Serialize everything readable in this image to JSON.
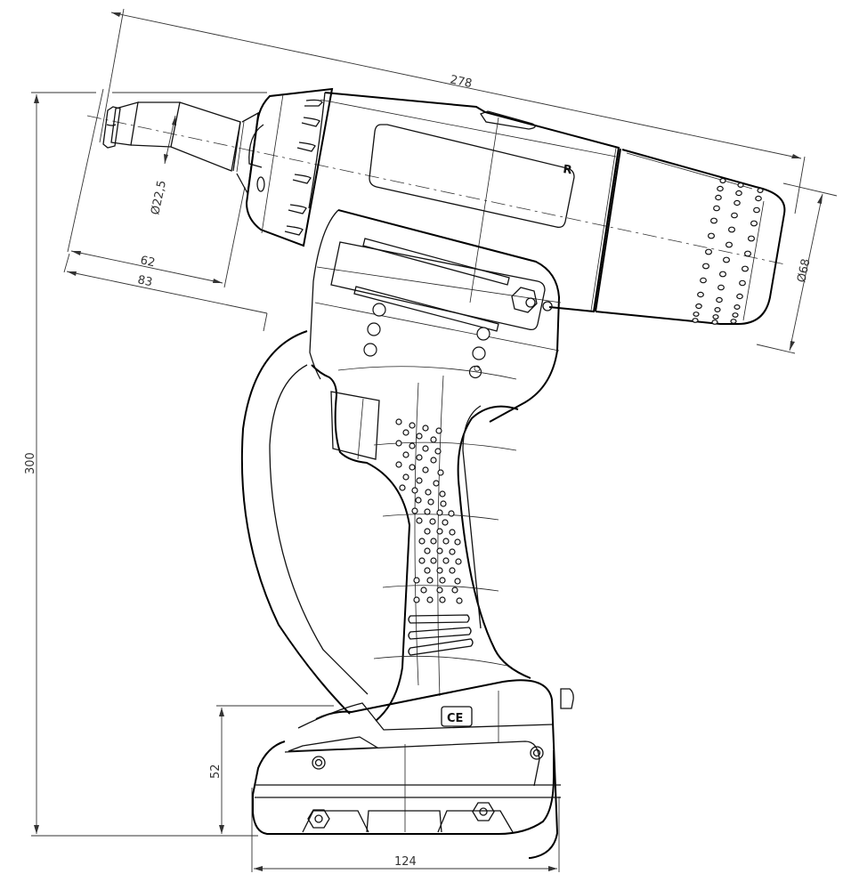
{
  "drawing": {
    "type": "technical-drawing",
    "subject": "cordless rivet tool side view",
    "dimensions": {
      "overall_length": "278",
      "nose_diameter": "Ø22,5",
      "nose_length_inner": "62",
      "nose_length_outer": "83",
      "motor_diameter": "Ø68",
      "overall_height": "300",
      "battery_height": "52",
      "battery_length": "124"
    },
    "markings": {
      "housing_letter": "R",
      "battery_cert": "CE"
    }
  }
}
